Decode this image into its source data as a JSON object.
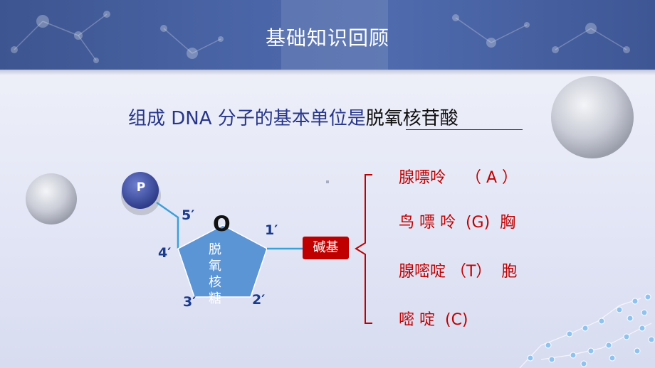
{
  "header": {
    "title": "基础知识回顾"
  },
  "subtitle": {
    "prefix": "组成 DNA 分子的基本单位是",
    "answer": "脱氧核苷酸"
  },
  "nucleotide": {
    "phosphate": "P",
    "oxygen": "O",
    "carbons": [
      "5′",
      "4′",
      "1′",
      "3′",
      "2′"
    ],
    "sugar": [
      "脱",
      "氧",
      "核",
      "糖"
    ]
  },
  "base": {
    "label": "碱基",
    "items": [
      "腺嘌呤    （ A ）",
      "鸟 嘌 呤  (G)  胸",
      "腺嘧啶 （T）  胞",
      "嘧 啶  (C)"
    ]
  },
  "colors": {
    "header": "#3d5590",
    "accent_red": "#c00000",
    "pentagon": "#5b95d6",
    "phosphate": "#3b4a9e",
    "link": "#3aa0d8"
  }
}
